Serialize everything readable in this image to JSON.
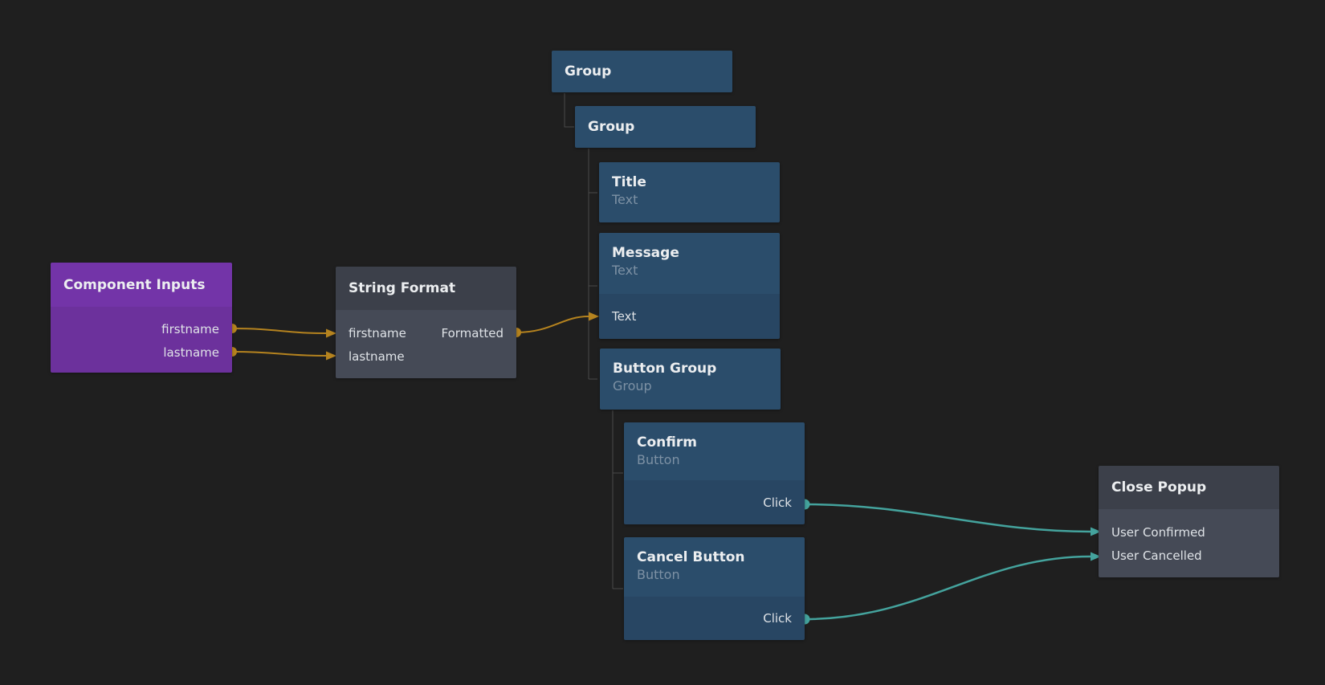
{
  "app": {
    "view": "visual node graph editor canvas"
  },
  "colors": {
    "canvas_bg": "#1f1f1f",
    "blue_header": "#2b4d6b",
    "blue_port_strip": "#284663",
    "gray_header": "#3c404a",
    "gray_body": "#454a56",
    "purple_header": "#7334a8",
    "purple_body": "#6c319c",
    "title_text": "#eceef0",
    "subtitle_text": "#7d91a4",
    "port_text": "#dfe3e7",
    "tree_line": "#4a4a4a",
    "wire_data": "#b5831f",
    "wire_signal": "#44a39d"
  },
  "nodes": {
    "group1": {
      "title": "Group"
    },
    "group2": {
      "title": "Group"
    },
    "title_node": {
      "title": "Title",
      "subtitle": "Text"
    },
    "message": {
      "title": "Message",
      "subtitle": "Text",
      "inputs": [
        {
          "label": "Text"
        }
      ]
    },
    "button_group": {
      "title": "Button Group",
      "subtitle": "Group"
    },
    "confirm": {
      "title": "Confirm",
      "subtitle": "Button",
      "outputs": [
        {
          "label": "Click"
        }
      ]
    },
    "cancel": {
      "title": "Cancel Button",
      "subtitle": "Button",
      "outputs": [
        {
          "label": "Click"
        }
      ]
    },
    "component_inputs": {
      "title": "Component Inputs",
      "outputs": [
        {
          "label": "firstname"
        },
        {
          "label": "lastname"
        }
      ]
    },
    "string_format": {
      "title": "String Format",
      "inputs": [
        {
          "label": "firstname"
        },
        {
          "label": "lastname"
        }
      ],
      "outputs": [
        {
          "label": "Formatted"
        }
      ]
    },
    "close_popup": {
      "title": "Close Popup",
      "inputs": [
        {
          "label": "User Confirmed"
        },
        {
          "label": "User Cancelled"
        }
      ]
    }
  },
  "connections": [
    {
      "from": "Component Inputs.firstname",
      "to": "String Format.firstname",
      "type": "data"
    },
    {
      "from": "Component Inputs.lastname",
      "to": "String Format.lastname",
      "type": "data"
    },
    {
      "from": "String Format.Formatted",
      "to": "Message.Text",
      "type": "data"
    },
    {
      "from": "Confirm.Click",
      "to": "Close Popup.User Confirmed",
      "type": "signal"
    },
    {
      "from": "Cancel Button.Click",
      "to": "Close Popup.User Cancelled",
      "type": "signal"
    }
  ]
}
